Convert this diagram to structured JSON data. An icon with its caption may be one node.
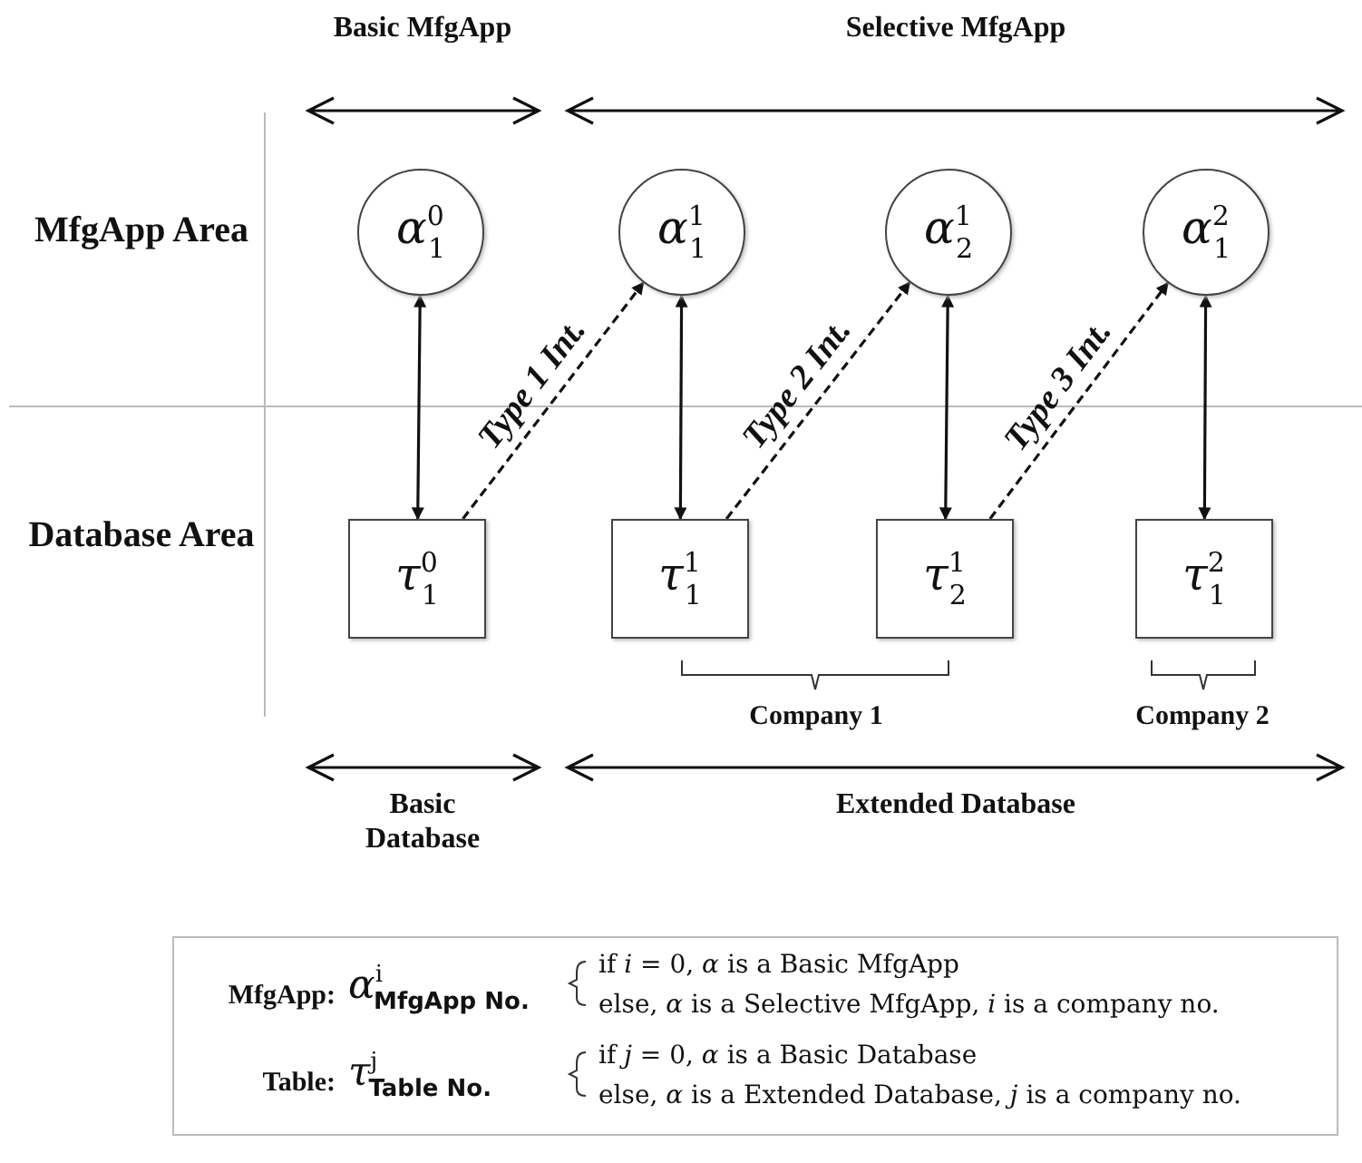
{
  "diagram": {
    "nodes": [
      {
        "text": [
          "*α*$^{0}$$_{1}$"
        ]
      },
      {
        "text": [
          "*α*$^{1}$$_{1}$"
        ]
      },
      {
        "text": [
          "*α*$^{1}$$_{2}$"
        ]
      },
      {
        "text": [
          "*α*$^{2}$$_{1}$"
        ]
      },
      {
        "text": [
          "*τ*$^{0}$$_{1}$"
        ]
      },
      {
        "text": [
          "*τ*$^{1}$$_{1}$"
        ]
      },
      {
        "text": [
          "*τ*$^{1}$$_{2}$"
        ]
      },
      {
        "text": [
          "*τ*$^{2}$$_{1}$"
        ]
      }
    ],
    "edges": [
      {
        "from": 0,
        "to": 4,
        "arrow": "both"
      },
      {
        "from": 4,
        "to": 1,
        "arrow": "to",
        "label": "Type 1 Int.",
        "style": "dashed"
      },
      {
        "from": 1,
        "to": 5,
        "arrow": "both"
      },
      {
        "from": 5,
        "to": 2,
        "arrow": "to",
        "label": "Type 2 Int.",
        "style": "dashed"
      },
      {
        "from": 2,
        "to": 6,
        "arrow": "both"
      },
      {
        "from": 6,
        "to": 3,
        "arrow": "to",
        "label": "Type 3 Int.",
        "style": "dashed"
      },
      {
        "from": 3,
        "to": 7,
        "arrow": "both"
      }
    ],
    "labels": [
      "Basic MfgApp",
      "Selective MfgApp",
      "MfgApp Area",
      "Database Area",
      "Company 1",
      "Company 2",
      "Basic Database",
      "Extended Database",
      "MfgApp:",
      "*α*$^{i}$$_{MfgApp No.}$",
      "if *i* = 0, *α* is a Basic MfgApp",
      "else, *α* is a Selective MfgApp, *i* is a company no.",
      "Table:",
      "*τ*$^{j}$$_{Table No.}$",
      "if *j* = 0, *α* is a Basic Database",
      "else, *α* is a Extended Database, *j* is a company no."
    ]
  }
}
